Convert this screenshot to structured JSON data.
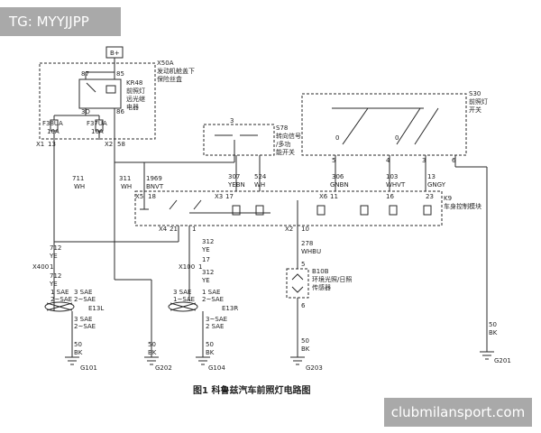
{
  "watermarks": {
    "top_left": "TG: MYYJJPP",
    "bottom_right": "clubmilansport.com"
  },
  "caption": "图1  科鲁兹汽车前照灯电路图",
  "colors": {
    "line": "#2a2a2a",
    "watermark_bg": "#a9a9a9",
    "watermark_text": "#ffffff"
  },
  "labels": {
    "bplus": "B+",
    "x50a": "X50A",
    "x50a_desc1": "发动机舱盖下",
    "x50a_desc2": "保险丝盒",
    "kr48": "KR48",
    "kr48_desc1": "前照灯",
    "kr48_desc2": "远光继",
    "kr48_desc3": "电器",
    "pin87": "87",
    "pin85": "85",
    "pin3d": "3D",
    "pin86": "86",
    "f38ua": "F38UA",
    "f38ua_amp": "10A",
    "f37ua": "F37UA",
    "f37ua_amp": "10A",
    "x1": "X1",
    "x1_pin": "13",
    "x2": "X2",
    "x2_pin": "58",
    "w711": "711",
    "w711c": "WH",
    "w311": "311",
    "w311c": "WH",
    "w1969": "1969",
    "w1969c": "BNVT",
    "s78_pin": "3",
    "s78": "S78",
    "s78_desc1": "转向信号",
    "s78_desc2": "/多功",
    "s78_desc3": "能开关",
    "w307": "307",
    "w307c": "YEBN",
    "w524": "524",
    "w524c": "WH",
    "w306": "306",
    "w306c": "GNBN",
    "w103": "103",
    "w103c": "WHVT",
    "w13": "13",
    "w13c": "GNGY",
    "s30": "S30",
    "s30_desc1": "前照灯",
    "s30_desc2": "开关",
    "s30_p0a": "0",
    "s30_p0b": "0",
    "s30_pin5": "5",
    "s30_pin4": "4",
    "s30_pin3": "3",
    "s30_pin6": "6",
    "x5": "X5",
    "x5_pin": "18",
    "x3": "X3",
    "x3_pin": "17",
    "x6": "X6",
    "x6_pin": "11",
    "k9_16": "16",
    "k9_23": "23",
    "k9": "K9",
    "k9_desc": "车身控制模块",
    "x4": "X4",
    "x4_pin": "21",
    "x4_pin2": "1",
    "x2b": "X2",
    "x2b_pin": "10",
    "w278": "278",
    "w278c": "WHBU",
    "b10b_pin": "5",
    "b10b": "B10B",
    "b10b_desc1": "环境光照/日照",
    "b10b_desc2": "传感器",
    "b10b_pin6": "6",
    "w712a": "712",
    "w712ac": "YE",
    "x400": "X400",
    "x400_pin": "1",
    "w712b": "712",
    "w712bc": "YE",
    "e13l_1": "1  SAE",
    "e13l_2": "2~SAE",
    "e13l_3": "3  SAE",
    "e13l_4": "2~SAE",
    "e13l": "E13L",
    "e13l_5": "3  SAE",
    "e13l_6": "2~SAE",
    "w312a": "312",
    "w312ac": "YE",
    "w17": "17",
    "x100": "X100",
    "x100_pin": "1",
    "w312b": "312",
    "w312bc": "YE",
    "e13r_1": "3  SAE",
    "e13r_2": "1~SAE",
    "e13r_3": "1  SAE",
    "e13r_4": "2~SAE",
    "e13r": "E13R",
    "e13r_5": "3~SAE",
    "e13r_6": "2  SAE",
    "g101_w": "50",
    "g101_c": "BK",
    "g101": "G101",
    "g202_w": "50",
    "g202_c": "BK",
    "g202": "G202",
    "g104_w": "50",
    "g104_c": "BK",
    "g104": "G104",
    "g203_w": "50",
    "g203_c": "BK",
    "g203": "G203",
    "g201_w": "50",
    "g201_c": "BK",
    "g201": "G201"
  }
}
